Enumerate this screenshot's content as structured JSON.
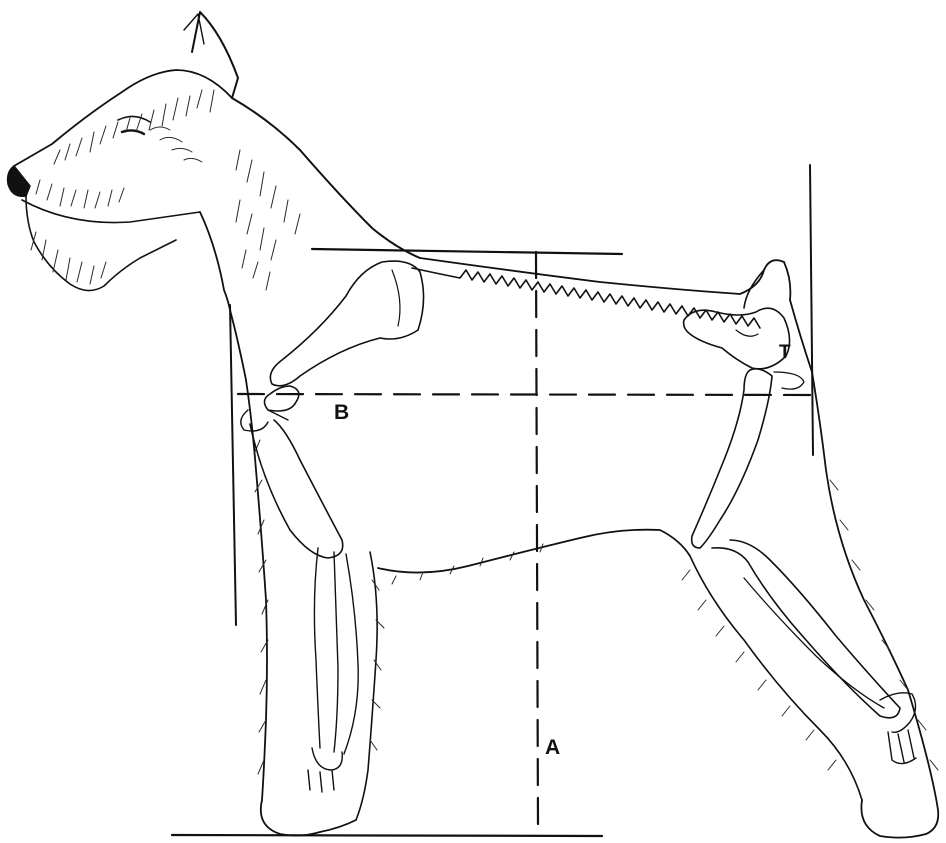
{
  "labels": {
    "a": "A",
    "b": "B",
    "t": "T"
  },
  "colors": {
    "ink": "#111111",
    "paper": "#ffffff",
    "fur": "#2a2a2a"
  },
  "icons": {
    "dog": "schnauzer-skeleton-illustration"
  }
}
